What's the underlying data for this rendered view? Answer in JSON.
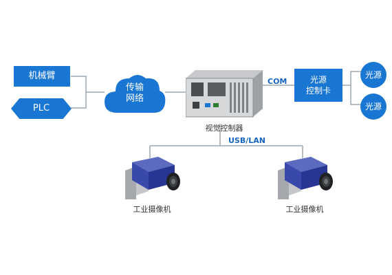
{
  "nodes": {
    "robot_arm": "机械臂",
    "plc": "PLC",
    "network": [
      "传输",
      "网络"
    ],
    "controller": "视觉控制器",
    "light_card": [
      "光源",
      "控制卡"
    ],
    "light_1": "光源",
    "light_2": "光源",
    "camera_1": "工业摄像机",
    "camera_2": "工业摄像机"
  },
  "links": {
    "com": "COM",
    "usb_lan": "USB/LAN"
  },
  "colors": {
    "primary": "#1976d2",
    "line": "#9aa7b3",
    "bus_text": "#1565c0",
    "camera_body": "#3f51b5"
  },
  "icons": {
    "controller": "industrial-pc-icon",
    "camera": "industrial-camera-icon",
    "network": "cloud-icon"
  }
}
